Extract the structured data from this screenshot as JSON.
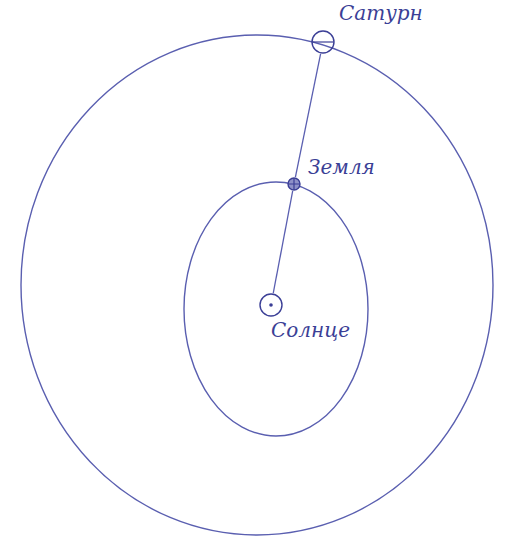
{
  "diagram": {
    "nodes": [
      {
        "text": [
          "Сатурн"
        ]
      },
      {
        "text": [
          "Земля"
        ]
      },
      {
        "text": [
          "Солнце"
        ]
      }
    ],
    "edges": [
      {
        "from": 0,
        "to": 1,
        "arrow": "none"
      },
      {
        "from": 1,
        "to": 2,
        "arrow": "none"
      }
    ]
  }
}
